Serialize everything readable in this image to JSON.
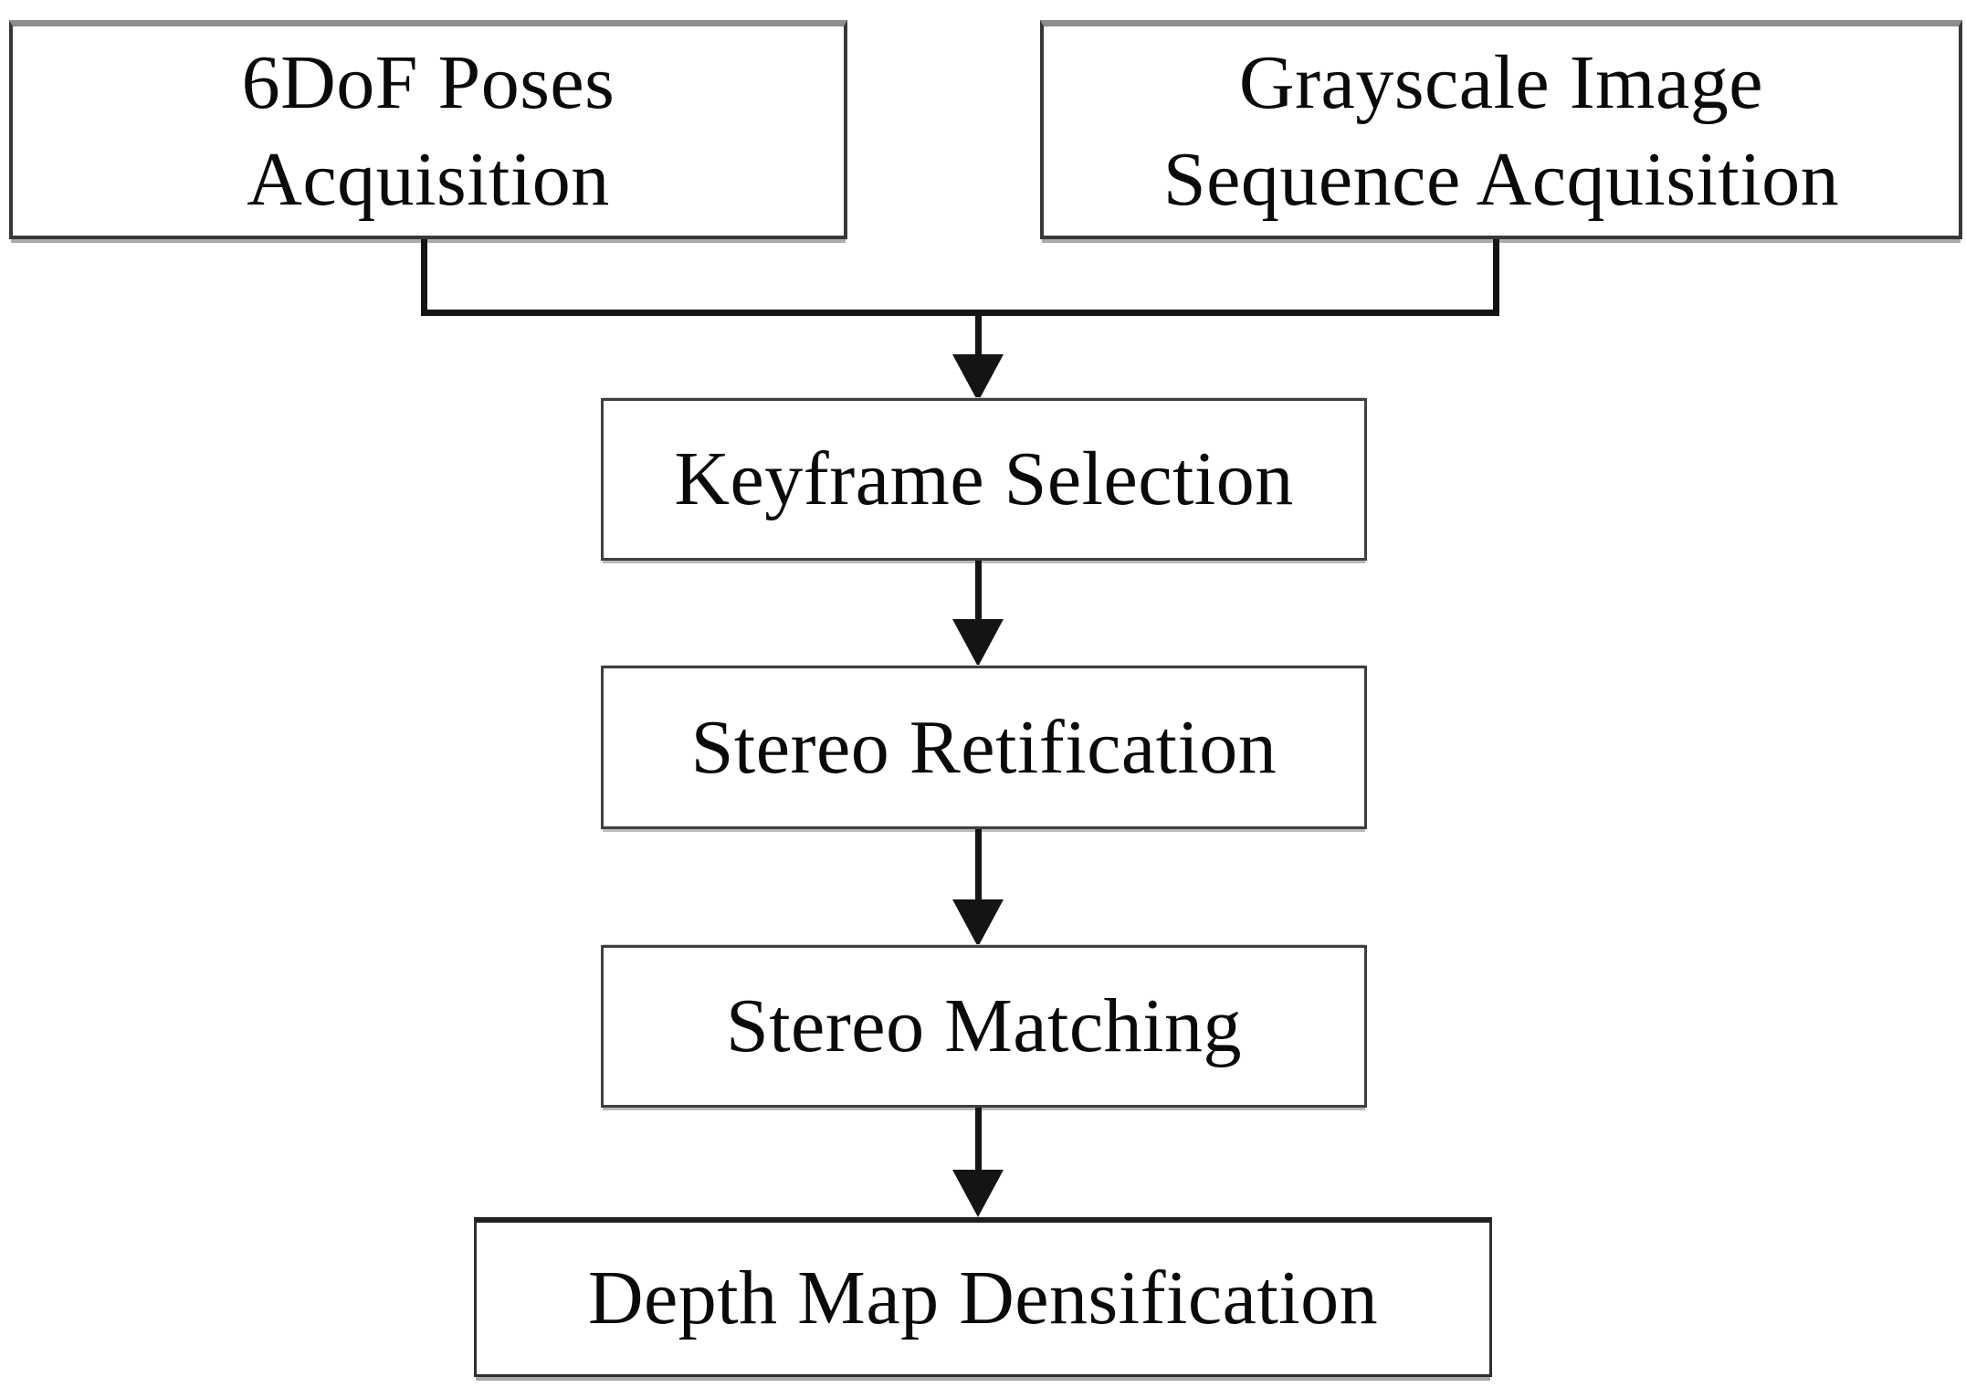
{
  "figure": {
    "type": "flowchart",
    "background_color": "#ffffff",
    "text_color": "#0a0a0a",
    "box_border_color": "#3f3f3f",
    "connector_color": "#141414",
    "nodes": [
      {
        "id": "poses",
        "label": "6DoF Poses\nAcquisition"
      },
      {
        "id": "grayscale",
        "label": "Grayscale Image\nSequence Acquisition"
      },
      {
        "id": "keyframe",
        "label": "Keyframe Selection"
      },
      {
        "id": "retification",
        "label": "Stereo Retification"
      },
      {
        "id": "matching",
        "label": "Stereo Matching"
      },
      {
        "id": "densification",
        "label": "Depth Map Densification"
      }
    ],
    "edges": [
      {
        "from": "poses",
        "to": "keyframe"
      },
      {
        "from": "grayscale",
        "to": "keyframe"
      },
      {
        "from": "keyframe",
        "to": "retification"
      },
      {
        "from": "retification",
        "to": "matching"
      },
      {
        "from": "matching",
        "to": "densification"
      }
    ]
  }
}
